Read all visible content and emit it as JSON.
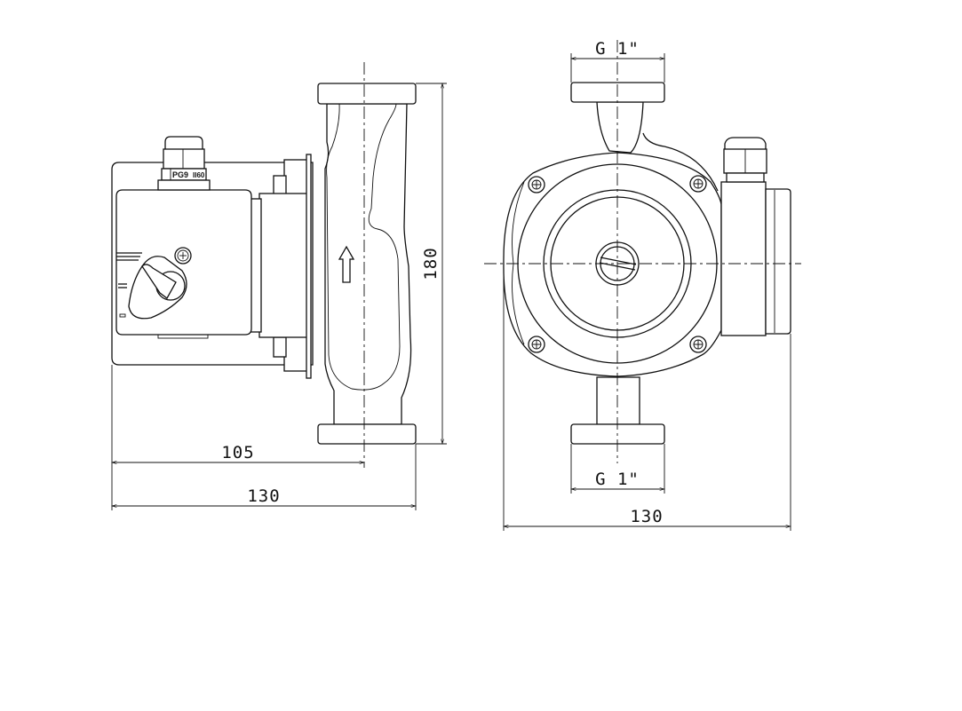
{
  "drawing": {
    "title": "Circulation pump dimensional drawing",
    "side_view": {
      "gland_label": "PG9",
      "gland_rating": "II60",
      "dim_height": "180",
      "dim_motor_length": "105",
      "dim_total_length": "130"
    },
    "front_view": {
      "dim_inlet_thread": "G 1\"",
      "dim_outlet_thread": "G 1\"",
      "dim_width": "130"
    }
  }
}
